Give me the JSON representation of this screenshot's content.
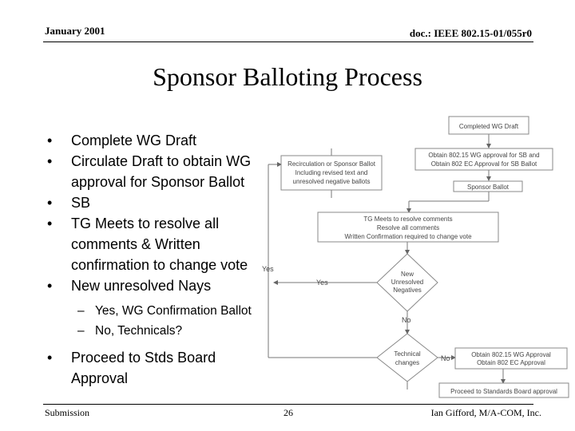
{
  "header": {
    "date": "January 2001",
    "doc_id": "doc.: IEEE 802.15-01/055r0"
  },
  "title": "Sponsor Balloting Process",
  "bullets": [
    {
      "lines": [
        "Complete WG Draft"
      ]
    },
    {
      "lines": [
        "Circulate Draft to obtain WG",
        "approval for Sponsor Ballot"
      ]
    },
    {
      "lines": [
        "SB"
      ]
    },
    {
      "lines": [
        "TG Meets to resolve all",
        "comments & Written",
        "confirmation to change vote"
      ]
    },
    {
      "lines": [
        "New unresolved Nays"
      ]
    }
  ],
  "sub_bullets": [
    "Yes, WG Confirmation Ballot",
    "No, Technicals?"
  ],
  "last_bullet": {
    "lines": [
      "Proceed to Stds Board",
      "Approval"
    ]
  },
  "flowchart": {
    "box_complete": "Completed WG Draft",
    "box_circulate": [
      "Obtain 802.15 WG approval for SB and",
      "Obtain 802 EC Approval for SB Ballot"
    ],
    "box_recirc": [
      "Recirculation or Sponsor Ballot",
      "Including revised text and",
      "unresolved negative ballots"
    ],
    "box_sponsor": "Sponsor Ballot",
    "box_tg": [
      "TG Meets to resolve comments",
      "Resolve all comments",
      "Written Confirmation required to change vote"
    ],
    "diamond_new": [
      "New",
      "Unresolved",
      "Negatives"
    ],
    "diamond_tech": [
      "Technical",
      "changes"
    ],
    "box_obtain": [
      "Obtain 802.15 WG Approval",
      "Obtain 802 EC Approval"
    ],
    "box_proceed": "Proceed to Standards Board approval",
    "label_yes_left": "Yes",
    "label_yes": "Yes",
    "label_no": "No",
    "label_no2": "No"
  },
  "footer": {
    "left": "Submission",
    "page": "26",
    "author": "Ian Gifford, M/A-COM, Inc."
  }
}
